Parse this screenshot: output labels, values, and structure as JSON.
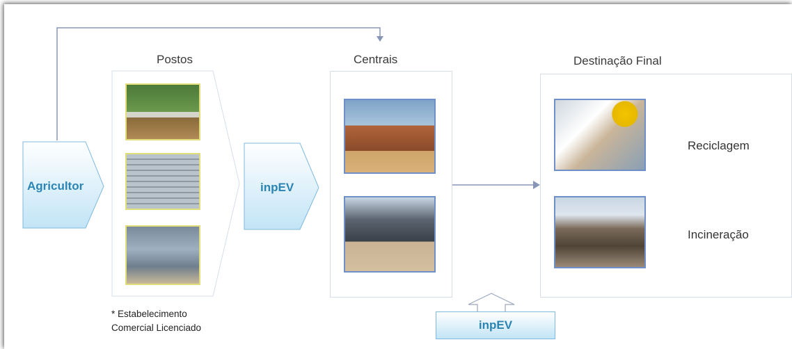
{
  "headings": {
    "postos": "Postos",
    "centrais": "Centrais",
    "destinacao": "Destinação Final"
  },
  "chevrons": {
    "agricultor": "Agricultor",
    "inpev_middle": "inpEV",
    "inpev_bottom": "inpEV"
  },
  "destinations": [
    {
      "label": "Reciclagem"
    },
    {
      "label": "Incineração"
    }
  ],
  "note": {
    "line1": "* Estabelecimento",
    "line2": "Comercial Licenciado"
  },
  "colors": {
    "chevron_fill_top": "#ffffff",
    "chevron_fill_bottom": "#c8e8f8",
    "chevron_border": "#7fb9de",
    "chevron_text": "#2a84b4",
    "connector": "#8796b8",
    "photo_border_yellow": "#e2df7a",
    "photo_border_blue": "#6e8fc7"
  },
  "icons": {
    "connector_arrow": "arrow-down-icon",
    "flow_arrow": "arrow-right-icon",
    "up_arrow": "arrow-up-outline-icon"
  }
}
